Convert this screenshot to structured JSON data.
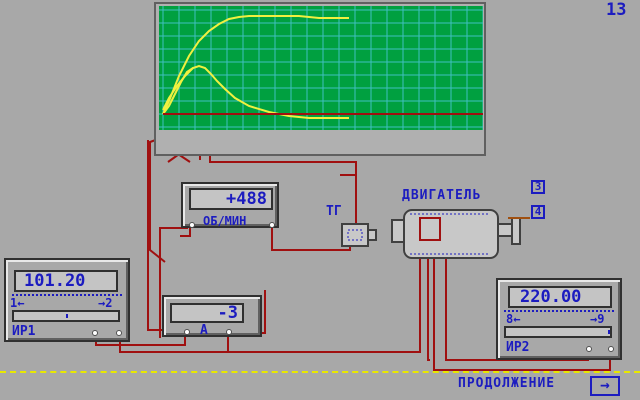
{
  "page_number": "13",
  "tachometer": {
    "value": "+488",
    "unit": "ОБ/МИН"
  },
  "tg_label": "ТГ",
  "motor_label": "ДВИГАТЕЛЬ",
  "ammeter": {
    "value": "-3",
    "unit": "А"
  },
  "ir1": {
    "value": "101.20",
    "scale_left": "1←",
    "scale_right": "→2",
    "label": "ИР1",
    "position_pct": 50
  },
  "ir2": {
    "value": "220.00",
    "scale_left": "8←",
    "scale_right": "→9",
    "label": "ИР2",
    "position_pct": 100
  },
  "option_boxes": [
    "3",
    "4"
  ],
  "continue_label": "ПРОДОЛЖЕНИЕ",
  "continue_arrow": "→",
  "colors": {
    "screen": "#00a040",
    "grid": "#40c0c0",
    "trace": "#f0f040",
    "wire": "#a01010",
    "text": "#1c1cc0"
  }
}
